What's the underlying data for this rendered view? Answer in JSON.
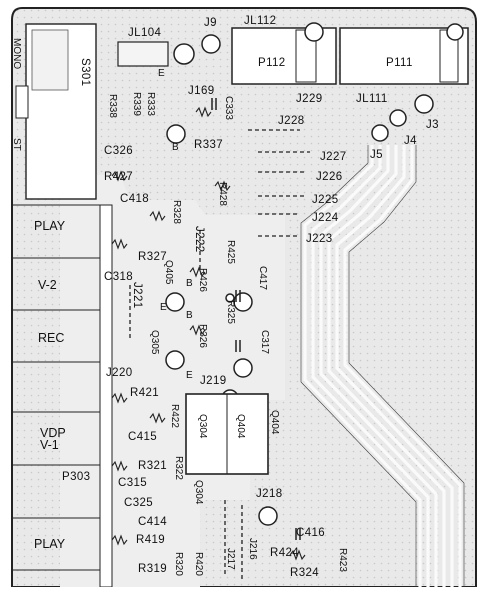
{
  "board": {
    "switch": {
      "reference": "S301",
      "position_top": "MONO",
      "position_bottom": "ST"
    },
    "side_labels": {
      "play_1": "PLAY",
      "v2": "V-2",
      "rec": "REC",
      "vdp": "VDP",
      "v1": "V-1",
      "play_2": "PLAY"
    },
    "connectors": {
      "p112": "P112",
      "p111": "P111",
      "p303": "P303"
    },
    "jumpers": {
      "jl104": "JL104",
      "j9": "J9",
      "jl112": "JL112",
      "j169": "J169",
      "j229": "J229",
      "jl111": "JL111",
      "j3": "J3",
      "j4": "J4",
      "j5": "J5",
      "j228": "J228",
      "j227": "J227",
      "j226": "J226",
      "j225": "J225",
      "j224": "J224",
      "j223": "J223",
      "j222": "J222",
      "j221": "J221",
      "j220": "J220",
      "j219": "J219",
      "j218": "J218",
      "j216": "J216",
      "j217": "J217"
    },
    "resistors": {
      "r338": "R338",
      "r339": "R339",
      "r333": "R333",
      "r337": "R337",
      "r427": "R427",
      "r428": "R428",
      "r328": "R328",
      "r327": "R327",
      "r425": "R425",
      "r426": "R426",
      "r325": "R325",
      "r326": "R326",
      "r421": "R421",
      "r422": "R422",
      "r321": "R321",
      "r322": "R322",
      "r419": "R419",
      "r424": "R424",
      "r423": "R423",
      "r324": "R324",
      "r319": "R319",
      "r320": "R320",
      "r420": "R420"
    },
    "capacitors": {
      "c333": "C333",
      "c326": "C326",
      "c418": "C418",
      "c318": "C318",
      "c417": "C417",
      "c317": "C317",
      "c415": "C415",
      "c315": "C315",
      "c325": "C325",
      "c414": "C414",
      "c416": "C416"
    },
    "transistors": {
      "q405": "Q405",
      "q305": "Q305",
      "q304": "Q304",
      "q404": "Q404"
    },
    "pins": {
      "e": "E",
      "b": "B"
    },
    "colors": {
      "background": "#ffffff",
      "board_fill": "#e6e6e6",
      "copper_trace": "#f6f6f6",
      "ink": "#111111"
    }
  }
}
